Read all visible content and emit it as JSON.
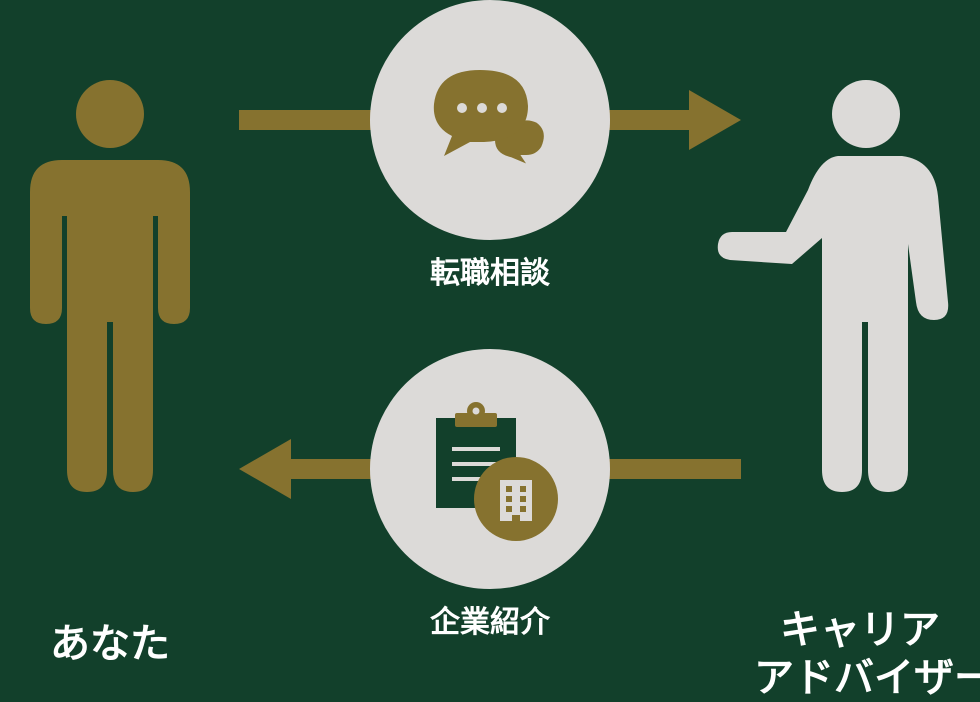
{
  "labels": {
    "you": "あなた",
    "consultation": "転職相談",
    "company_intro": "企業紹介",
    "advisor_line1": "キャリア",
    "advisor_line2": "アドバイザー"
  },
  "colors": {
    "background": "#12402b",
    "gold": "#86722f",
    "light": "#dcdad8",
    "text": "#ffffff"
  },
  "icons": {
    "you": "person-icon",
    "advisor": "person-pointing-icon",
    "consultation": "chat-bubbles-icon",
    "company_intro": "clipboard-building-icon"
  },
  "flow": [
    {
      "from": "あなた",
      "to": "キャリア アドバイザー",
      "via": "転職相談"
    },
    {
      "from": "キャリア アドバイザー",
      "to": "あなた",
      "via": "企業紹介"
    }
  ]
}
